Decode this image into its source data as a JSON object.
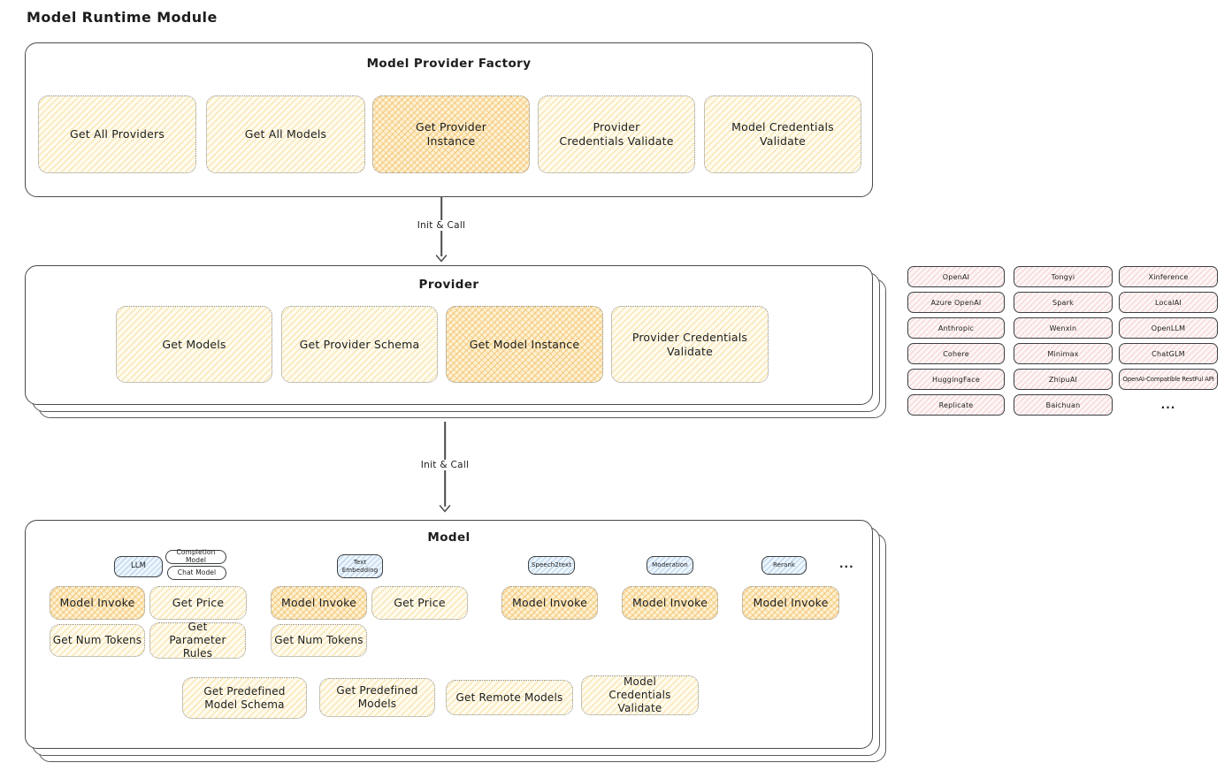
{
  "title": "Model Runtime Module",
  "colors": {
    "node_yellow": "#f3d886",
    "node_orange": "#efb04c",
    "chip_pink": "#e9a0a0",
    "tag_blue": "#89b4dc",
    "border_dark": "#3c4043"
  },
  "factory": {
    "title": "Model Provider Factory",
    "buttons": [
      {
        "label": "Get All Providers"
      },
      {
        "label": "Get All Models"
      },
      {
        "label": "Get Provider Instance",
        "highlight": true
      },
      {
        "label": "Provider Credentials Validate"
      },
      {
        "label": "Model Credentials Validate"
      }
    ]
  },
  "arrows": {
    "top_label": "Init & Call",
    "bottom_label": "Init & Call"
  },
  "provider": {
    "title": "Provider",
    "buttons": [
      {
        "label": "Get Models"
      },
      {
        "label": "Get Provider Schema"
      },
      {
        "label": "Get Model Instance",
        "highlight": true
      },
      {
        "label": "Provider Credentials Validate"
      }
    ]
  },
  "providers_grid": {
    "columns": [
      [
        "OpenAI",
        "Azure OpenAI",
        "Anthropic",
        "Cohere",
        "HuggingFace",
        "Replicate"
      ],
      [
        "Tongyi",
        "Spark",
        "Wenxin",
        "Minimax",
        "ZhipuAI",
        "Baichuan"
      ],
      [
        "Xinference",
        "LocalAI",
        "OpenLLM",
        "ChatGLM",
        "OpenAI-Compatible RestFul API"
      ]
    ],
    "more": "..."
  },
  "model": {
    "title": "Model",
    "tags": {
      "llm": "LLM",
      "completion": "Completion Model",
      "chat": "Chat Model",
      "text_embedding": "Text Embedding",
      "speech2text": "Speech2text",
      "moderation": "Moderation",
      "rerank": "Rerank",
      "more": "..."
    },
    "buttons": {
      "model_invoke": "Model Invoke",
      "get_price": "Get Price",
      "get_num_tokens": "Get Num Tokens",
      "get_parameter_rules": "Get Parameter Rules"
    },
    "bottom_buttons": [
      "Get Predefined Model Schema",
      "Get Predefined Models",
      "Get Remote Models",
      "Model Credentials Validate"
    ]
  }
}
